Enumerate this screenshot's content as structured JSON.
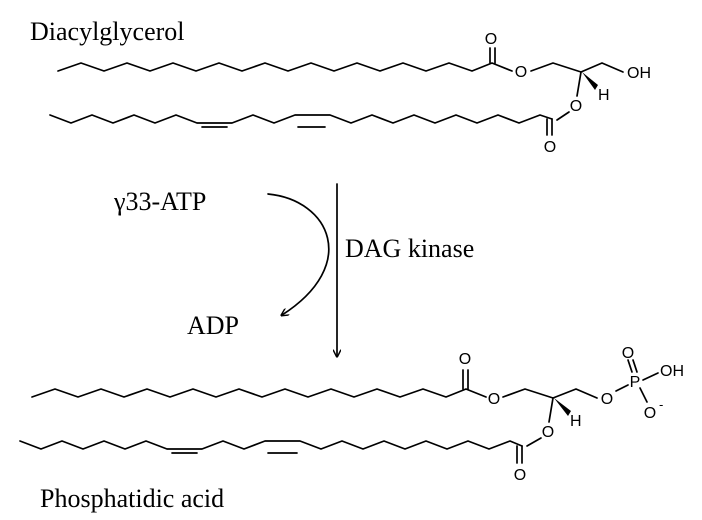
{
  "molecule_top": {
    "name": "Diacylglycerol",
    "carbonyl_o_1": "O",
    "ester_o_1": "O",
    "hydroxyl": "OH",
    "stereo_h": "H",
    "ester_o_2": "O",
    "carbonyl_o_2": "O"
  },
  "reaction": {
    "substrate": "γ33-ATP",
    "product": "ADP",
    "enzyme": "DAG kinase"
  },
  "molecule_bottom": {
    "name": "Phosphatidic acid",
    "carbonyl_o_1": "O",
    "ester_o_1": "O",
    "stereo_h": "H",
    "ester_o_2": "O",
    "carbonyl_o_2": "O",
    "phosphate_o_link": "O",
    "phosphorus": "P",
    "phosphate_o_double": "O",
    "phosphate_oh": "OH",
    "phosphate_o_minus": "O",
    "charge_minus": "-"
  }
}
